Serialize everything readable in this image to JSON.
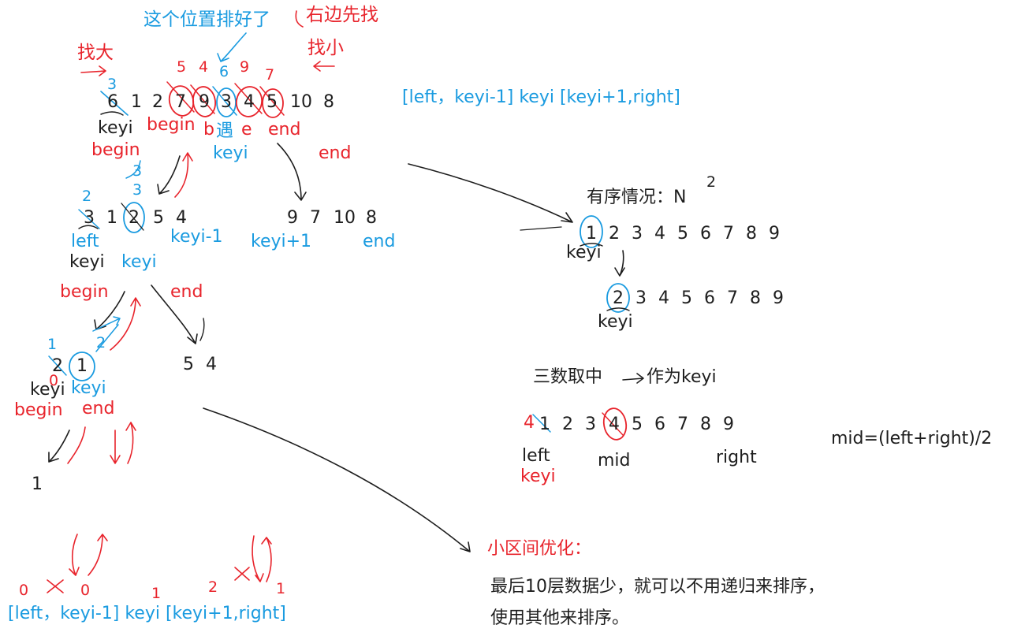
{
  "annotations": {
    "sorted_here": "这个位置排好了",
    "right_first": "右边先找",
    "find_big": "找大",
    "find_small": "找小",
    "meet": "遇"
  },
  "top_array": {
    "numbers": [
      "6",
      "1",
      "2",
      "7",
      "9",
      "3",
      "4",
      "5",
      "10",
      "8"
    ],
    "overwrites": [
      "5",
      "4",
      "6",
      "9",
      "7"
    ],
    "first_fix": "3",
    "labels": {
      "keyi": "keyi",
      "begin1": "begin",
      "begin2": "begin",
      "b": "b",
      "e": "e",
      "end1": "end",
      "keyi_blue": "keyi",
      "end2": "end"
    }
  },
  "interval_formula": "[left，keyi-1]  keyi  [keyi+1,right]",
  "level2": {
    "left_nums": [
      "3",
      "1",
      "2",
      "5",
      "4"
    ],
    "right_nums": [
      "9",
      "7",
      "10",
      "8"
    ],
    "fix_two": "2",
    "fix_three_a": "3",
    "fix_three_b": "3",
    "labels": {
      "left": "left",
      "keyi": "keyi",
      "keyi_blue": "keyi",
      "keyi_minus_1": "keyi-1",
      "keyi_plus_1": "keyi+1",
      "end": "end",
      "begin": "begin",
      "end_red": "end"
    }
  },
  "level3": {
    "nums": [
      "2",
      "1"
    ],
    "right_nums": [
      "5",
      "4"
    ],
    "fix_one": "1",
    "fix_zero": "0",
    "fix_two": "2",
    "labels": {
      "keyi": "keyi",
      "keyi_blue": "keyi",
      "begin": "begin",
      "end": "end"
    }
  },
  "level4": {
    "num": "1"
  },
  "bottom": {
    "n0a": "0",
    "n0b": "0",
    "n1": "1",
    "n2": "2",
    "n1b": "1",
    "formula": "[left，keyi-1]  keyi  [keyi+1,right]"
  },
  "sorted_case": {
    "title": "有序情况：N",
    "exponent": "2",
    "row1": [
      "1",
      "2",
      "3",
      "4",
      "5",
      "6",
      "7",
      "8",
      "9"
    ],
    "row2": [
      "2",
      "3",
      "4",
      "5",
      "6",
      "7",
      "8",
      "9"
    ],
    "keyi1": "keyi",
    "keyi2": "keyi"
  },
  "median_of_three": {
    "title_a": "三数取中",
    "title_b": "作为keyi",
    "row": [
      "1",
      "2",
      "3",
      "4",
      "5",
      "6",
      "7",
      "8",
      "9"
    ],
    "swap_mark": "4",
    "labels": {
      "left": "left",
      "keyi": "keyi",
      "mid": "mid",
      "right": "right"
    },
    "formula": "mid=(left+right)/2"
  },
  "small_interval": {
    "title": "小区间优化：",
    "line1": "最后10层数据少，就可以不用递归来排序，",
    "line2": "使用其他来排序。"
  },
  "colors": {
    "ink_black": "#1e1e1e",
    "ink_red": "#e8242c",
    "ink_blue": "#1a9be0"
  }
}
